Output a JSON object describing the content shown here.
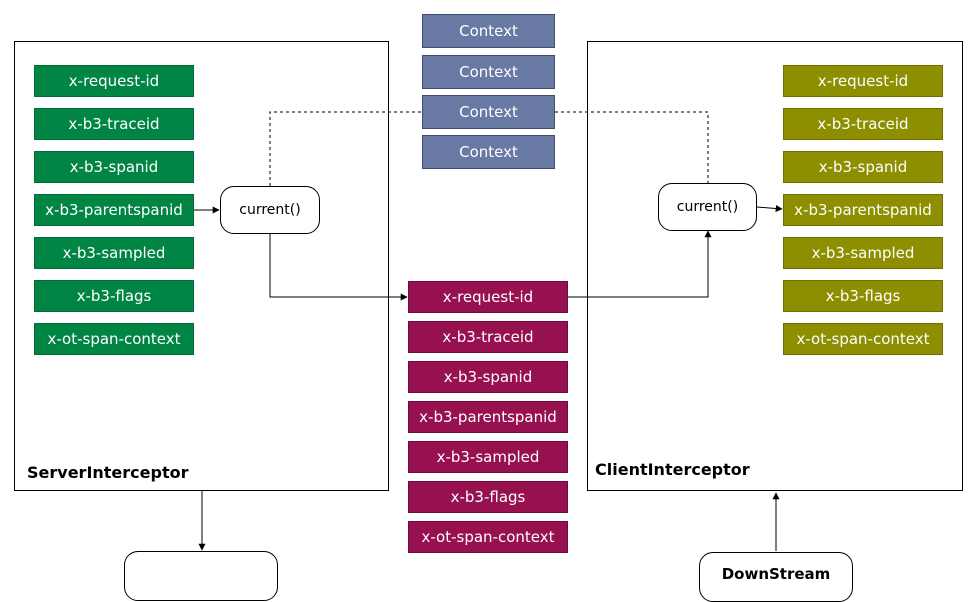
{
  "server_panel": {
    "title": "ServerInterceptor",
    "headers": [
      "x-request-id",
      "x-b3-traceid",
      "x-b3-spanid",
      "x-b3-parentspanid",
      "x-b3-sampled",
      "x-b3-flags",
      "x-ot-span-context"
    ],
    "current_label": "current()"
  },
  "client_panel": {
    "title": "ClientInterceptor",
    "headers": [
      "x-request-id",
      "x-b3-traceid",
      "x-b3-spanid",
      "x-b3-parentspanid",
      "x-b3-sampled",
      "x-b3-flags",
      "x-ot-span-context"
    ],
    "current_label": "current()"
  },
  "context_stack": [
    "Context",
    "Context",
    "Context",
    "Context"
  ],
  "propagated_headers": [
    "x-request-id",
    "x-b3-traceid",
    "x-b3-spanid",
    "x-b3-parentspanid",
    "x-b3-sampled",
    "x-b3-flags",
    "x-ot-span-context"
  ],
  "bottom_nodes": {
    "left_label": "",
    "right_label": "DownStream"
  },
  "colors": {
    "server_header": "#008545",
    "client_header": "#8d8e00",
    "propagated_header": "#971050",
    "context": "#6879a4"
  }
}
